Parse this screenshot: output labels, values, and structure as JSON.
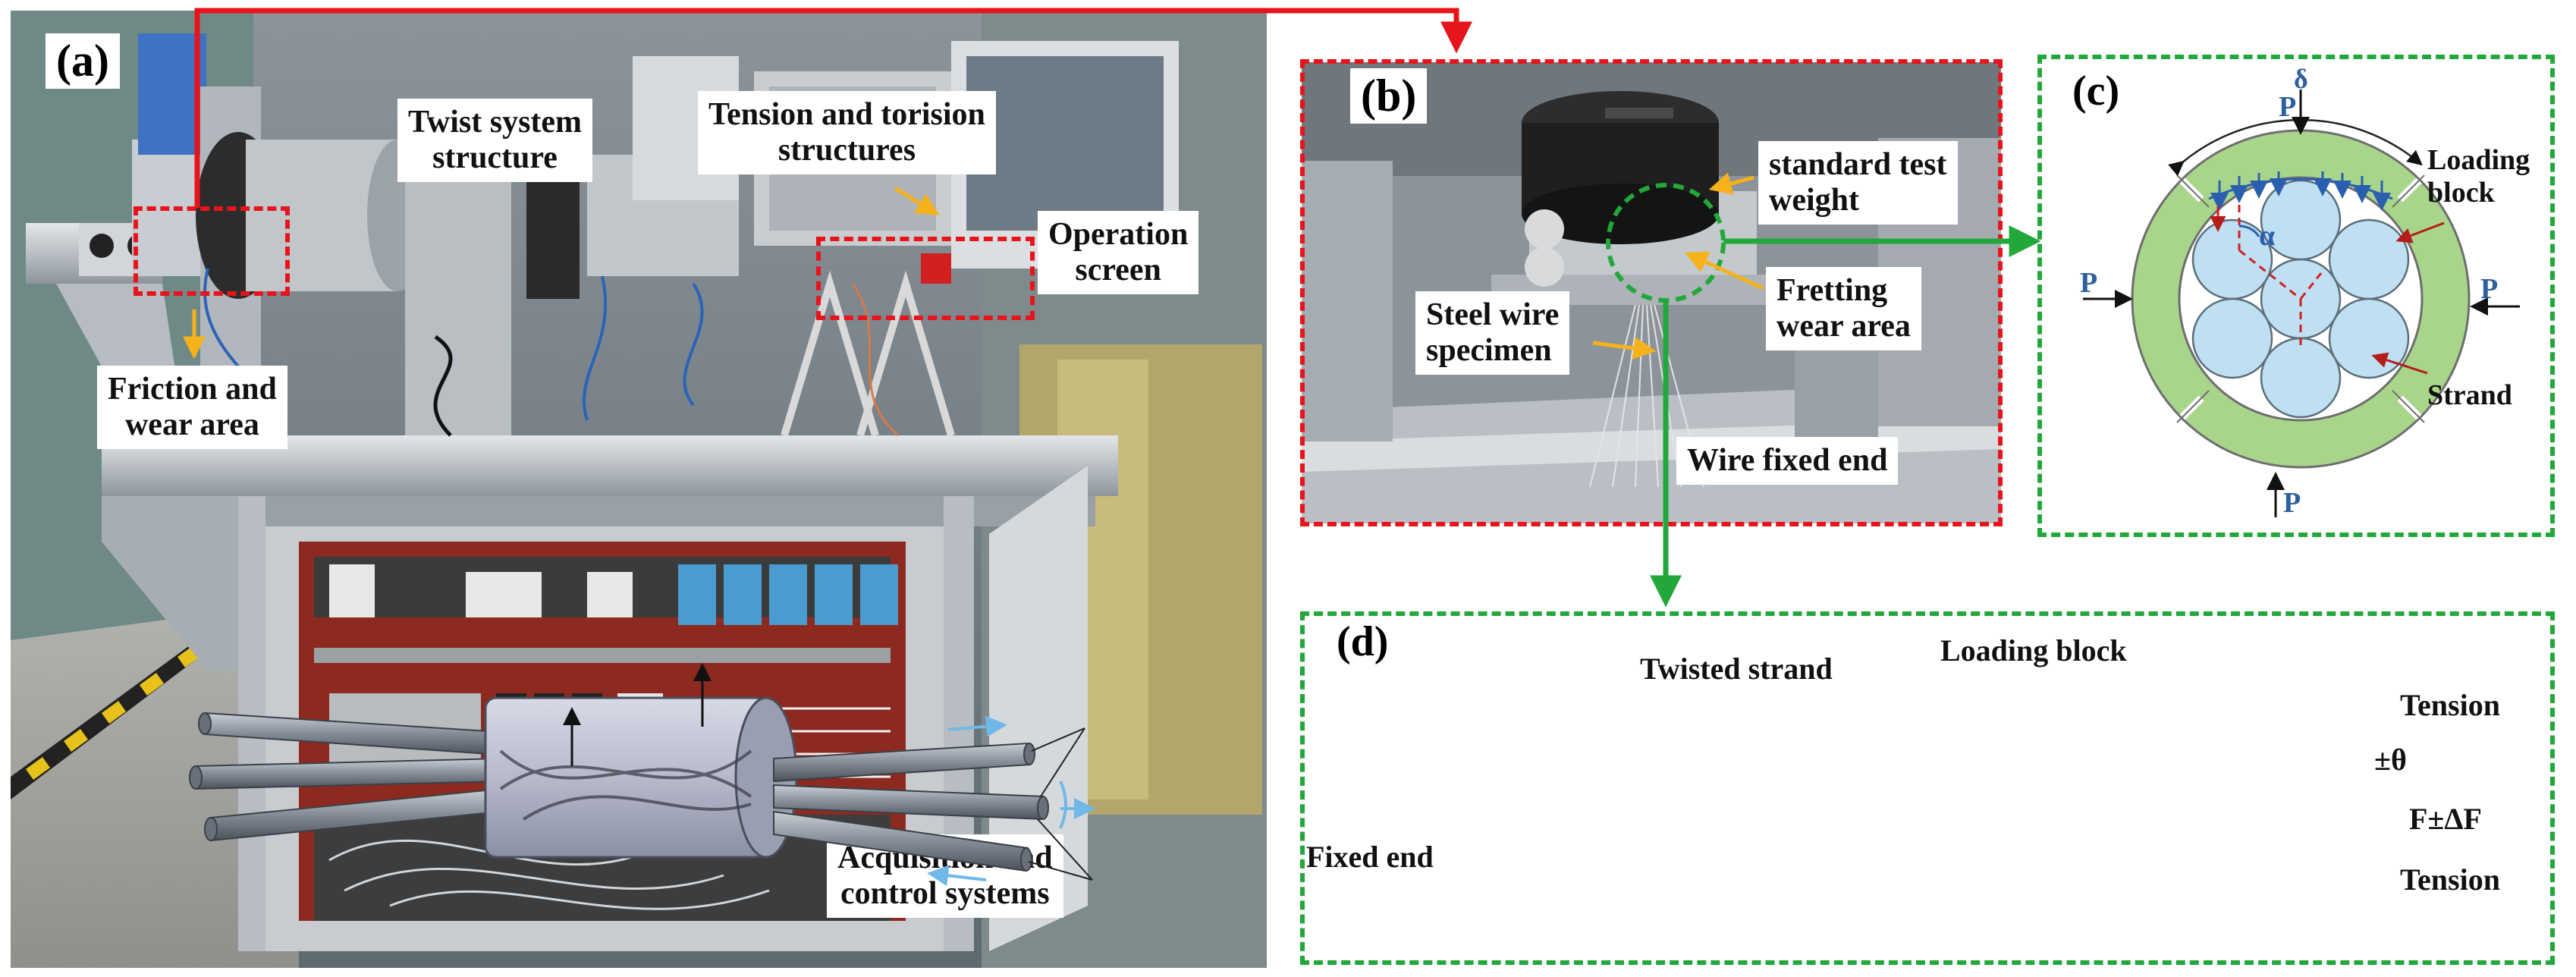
{
  "panel_a": {
    "tag": "(a)",
    "labels": {
      "twist": "Twist system\nstructure",
      "tension_torsion": "Tension and torision\nstructures",
      "operation": "Operation\nscreen",
      "friction": "Friction and\nwear area",
      "acquisition": "Acquisition and\ncontrol systems"
    }
  },
  "panel_b": {
    "tag": "(b)",
    "labels": {
      "weight": "standard test\nweight",
      "fretting": "Fretting\nwear area",
      "specimen": "Steel wire\nspecimen",
      "fixed": "Wire fixed end"
    }
  },
  "panel_c": {
    "tag": "(c)",
    "labels": {
      "delta": "δ",
      "p_top": "P",
      "p_left": "P",
      "p_right": "P",
      "p_bottom": "P",
      "alpha": "α",
      "loading_block": "Loading\nblock",
      "strand": "Strand"
    }
  },
  "panel_d": {
    "tag": "(d)",
    "labels": {
      "twisted_strand": "Twisted strand",
      "loading_block": "Loading block",
      "tension_top": "Tension",
      "theta": "±θ",
      "force": "F±ΔF",
      "tension_bottom": "Tension",
      "fixed_end": "Fixed end"
    }
  },
  "colors": {
    "highlight_red": "#e8141b",
    "highlight_green": "#22a83a",
    "block_green": "#a8d58a",
    "wire_blue": "#bfe0f2",
    "arrow_blue": "#2a5fb0",
    "label_blue": "#2e5f9e",
    "pointer_yellow": "#f5b21a"
  }
}
